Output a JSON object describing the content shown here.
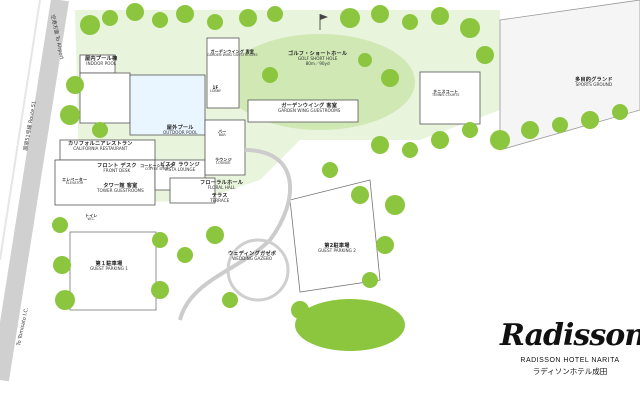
{
  "labels": {
    "indoor_pool": {
      "jp": "屋内プール棟",
      "en": "INDOOR POOL"
    },
    "garden_wing_top": {
      "jp": "ガーデンウイング 客室",
      "en": "GARDEN WING GUESTROOMS"
    },
    "golf": {
      "jp": "ゴルフ・ショートホール",
      "en": "GOLF SHORT HOLE",
      "extra": "80m／90yd"
    },
    "tennis": {
      "jp": "テニスコート",
      "en": "TENNIS COURTS"
    },
    "sports_ground": {
      "jp": "多目的グランド",
      "en": "SPORTS GROUND"
    },
    "outdoor_pool": {
      "jp": "屋外プール",
      "en": "OUTDOOR POOL"
    },
    "california": {
      "jp": "カリフォルニアレストラン",
      "en": "CALIFORNIA RESTAURANT"
    },
    "front_desk": {
      "jp": "フロント デスク",
      "en": "FRONT DESK"
    },
    "tower": {
      "jp": "タワー館 客室",
      "en": "TOWER GUESTROOMS"
    },
    "vista": {
      "jp": "ビスタ ラウンジ",
      "en": "VISTA LOUNGE"
    },
    "floral": {
      "jp": "フローラルホール",
      "en": "FLORAL HALL"
    },
    "terrace": {
      "jp": "テラス",
      "en": "TERRACE"
    },
    "garden_wing_mid": {
      "jp": "ガーデンウイング 客室",
      "en": "GARDEN WING GUESTROOMS"
    },
    "wedding": {
      "jp": "ウェディングガゼボ",
      "en": "WEDDING GAZEBO"
    },
    "parking1": {
      "jp": "第１駐車場",
      "en": "GUEST PARKING 1"
    },
    "parking2": {
      "jp": "第2駐車場",
      "en": "GUEST PARKING 2"
    },
    "elevator": {
      "jp": "エレベーター",
      "en": "ELEVATOR"
    },
    "lounge": {
      "jp": "ラウンジ",
      "en": "LOUNGE"
    },
    "coffee": {
      "jp": "コーヒーショップ",
      "en": "COFFEE SHOP"
    },
    "bar": {
      "jp": "バー",
      "en": "BAR"
    },
    "wc": {
      "jp": "トイレ",
      "en": "W.C."
    },
    "floor_1f": {
      "jp": "1F",
      "en": "LOBBY"
    }
  },
  "roads": {
    "to_airport": {
      "jp": "空港方面",
      "en": "To Airport"
    },
    "route": {
      "jp": "国道51号線",
      "en": "Route 51"
    },
    "to_tomisato": {
      "en": "To Tomisato I.C."
    }
  },
  "brand": {
    "logo": "Radisson",
    "name_en": "RADISSON HOTEL NARITA",
    "name_jp": "ラディソンホテル成田"
  },
  "colors": {
    "tree": "#8cc63f",
    "tree_dark": "#6fae2e",
    "lawn": "#d9edc3",
    "building": "#ffffff",
    "building_stroke": "#555555",
    "road": "#bfbfbf",
    "text": "#222222"
  }
}
